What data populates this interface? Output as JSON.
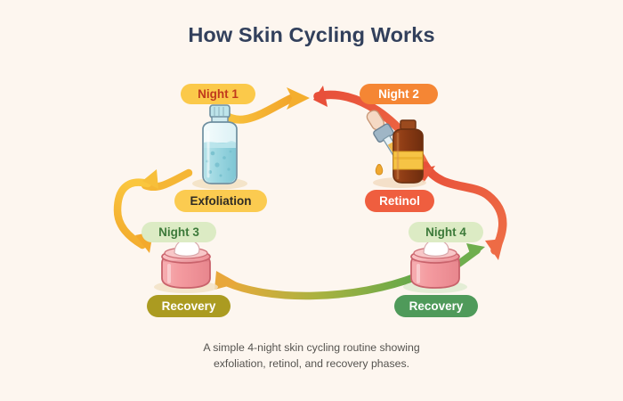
{
  "page": {
    "title": "How Skin Cycling Works",
    "background_color": "#FDF6EF",
    "title_color": "#32405C",
    "caption_line_1": "A simple 4-night skin cycling routine showing",
    "caption_line_2": "exfoliation, retinol, and recovery phases.",
    "caption_color": "#55534F"
  },
  "steps": [
    {
      "id": "night-1",
      "night_label": "Night 1",
      "night_pill_bg": "#FBC94A",
      "night_pill_text_color": "#C03A1D",
      "phase_label": "Exfoliation",
      "phase_pill_bg": "#FBCB50",
      "phase_pill_text_color": "#2F2B24",
      "product_icon": "exfoliant-bottle-icon",
      "product_colors": {
        "liquid": "#9DD8E0",
        "bottle": "#EAF7FA",
        "cap": "#BDE4EA",
        "outline": "#6E8FA0"
      }
    },
    {
      "id": "night-2",
      "night_label": "Night 2",
      "night_pill_bg": "#F58634",
      "night_pill_text_color": "#FFFFFF",
      "phase_label": "Retinol",
      "phase_pill_bg": "#EF5E3F",
      "phase_pill_text_color": "#FFFFFF",
      "product_icon": "retinol-dropper-bottle-icon",
      "product_colors": {
        "glass": "#8E3B16",
        "label": "#F6C445",
        "dropper_bulb": "#9FB6C6",
        "droplet": "#F0A830",
        "outline": "#6E3212"
      }
    },
    {
      "id": "night-3",
      "night_label": "Night 3",
      "night_pill_bg": "#DCEBC4",
      "night_pill_text_color": "#3D7A3A",
      "phase_label": "Recovery",
      "phase_pill_bg": "#AB9B21",
      "phase_pill_text_color": "#FFFFFF",
      "product_icon": "cream-jar-icon",
      "product_colors": {
        "jar": "#F3A0A4",
        "jar_light": "#F8C2C2",
        "cream": "#FFFFFF",
        "outline": "#C9626B"
      }
    },
    {
      "id": "night-4",
      "night_label": "Night 4",
      "night_pill_bg": "#DCEBC4",
      "night_pill_text_color": "#3D7A3A",
      "phase_label": "Recovery",
      "phase_pill_bg": "#4F9A5A",
      "phase_pill_text_color": "#FFFFFF",
      "product_icon": "cream-jar-icon",
      "product_colors": {
        "jar": "#F3A0A4",
        "jar_light": "#F8C2C2",
        "cream": "#FFFFFF",
        "outline": "#C9626B"
      }
    }
  ],
  "arrows": [
    {
      "id": "arrow-night1-to-night2",
      "from": "night-1",
      "to": "night-2",
      "color_start": "#F9C63F",
      "color_end": "#F3A82C",
      "direction": "right"
    },
    {
      "id": "arrow-night2-to-night4",
      "from": "night-2",
      "to": "night-4",
      "color_start": "#E8503A",
      "color_end": "#EE6B45",
      "direction": "down-right-loop"
    },
    {
      "id": "arrow-night4-to-night3",
      "from": "night-4",
      "to": "night-3",
      "color_start": "#6FAE4E",
      "color_end": "#E8A73A",
      "direction": "left"
    },
    {
      "id": "arrow-night3-to-night1",
      "from": "night-3",
      "to": "night-1",
      "color_start": "#F3B433",
      "color_end": "#F9C63F",
      "direction": "up-left-loop"
    }
  ]
}
